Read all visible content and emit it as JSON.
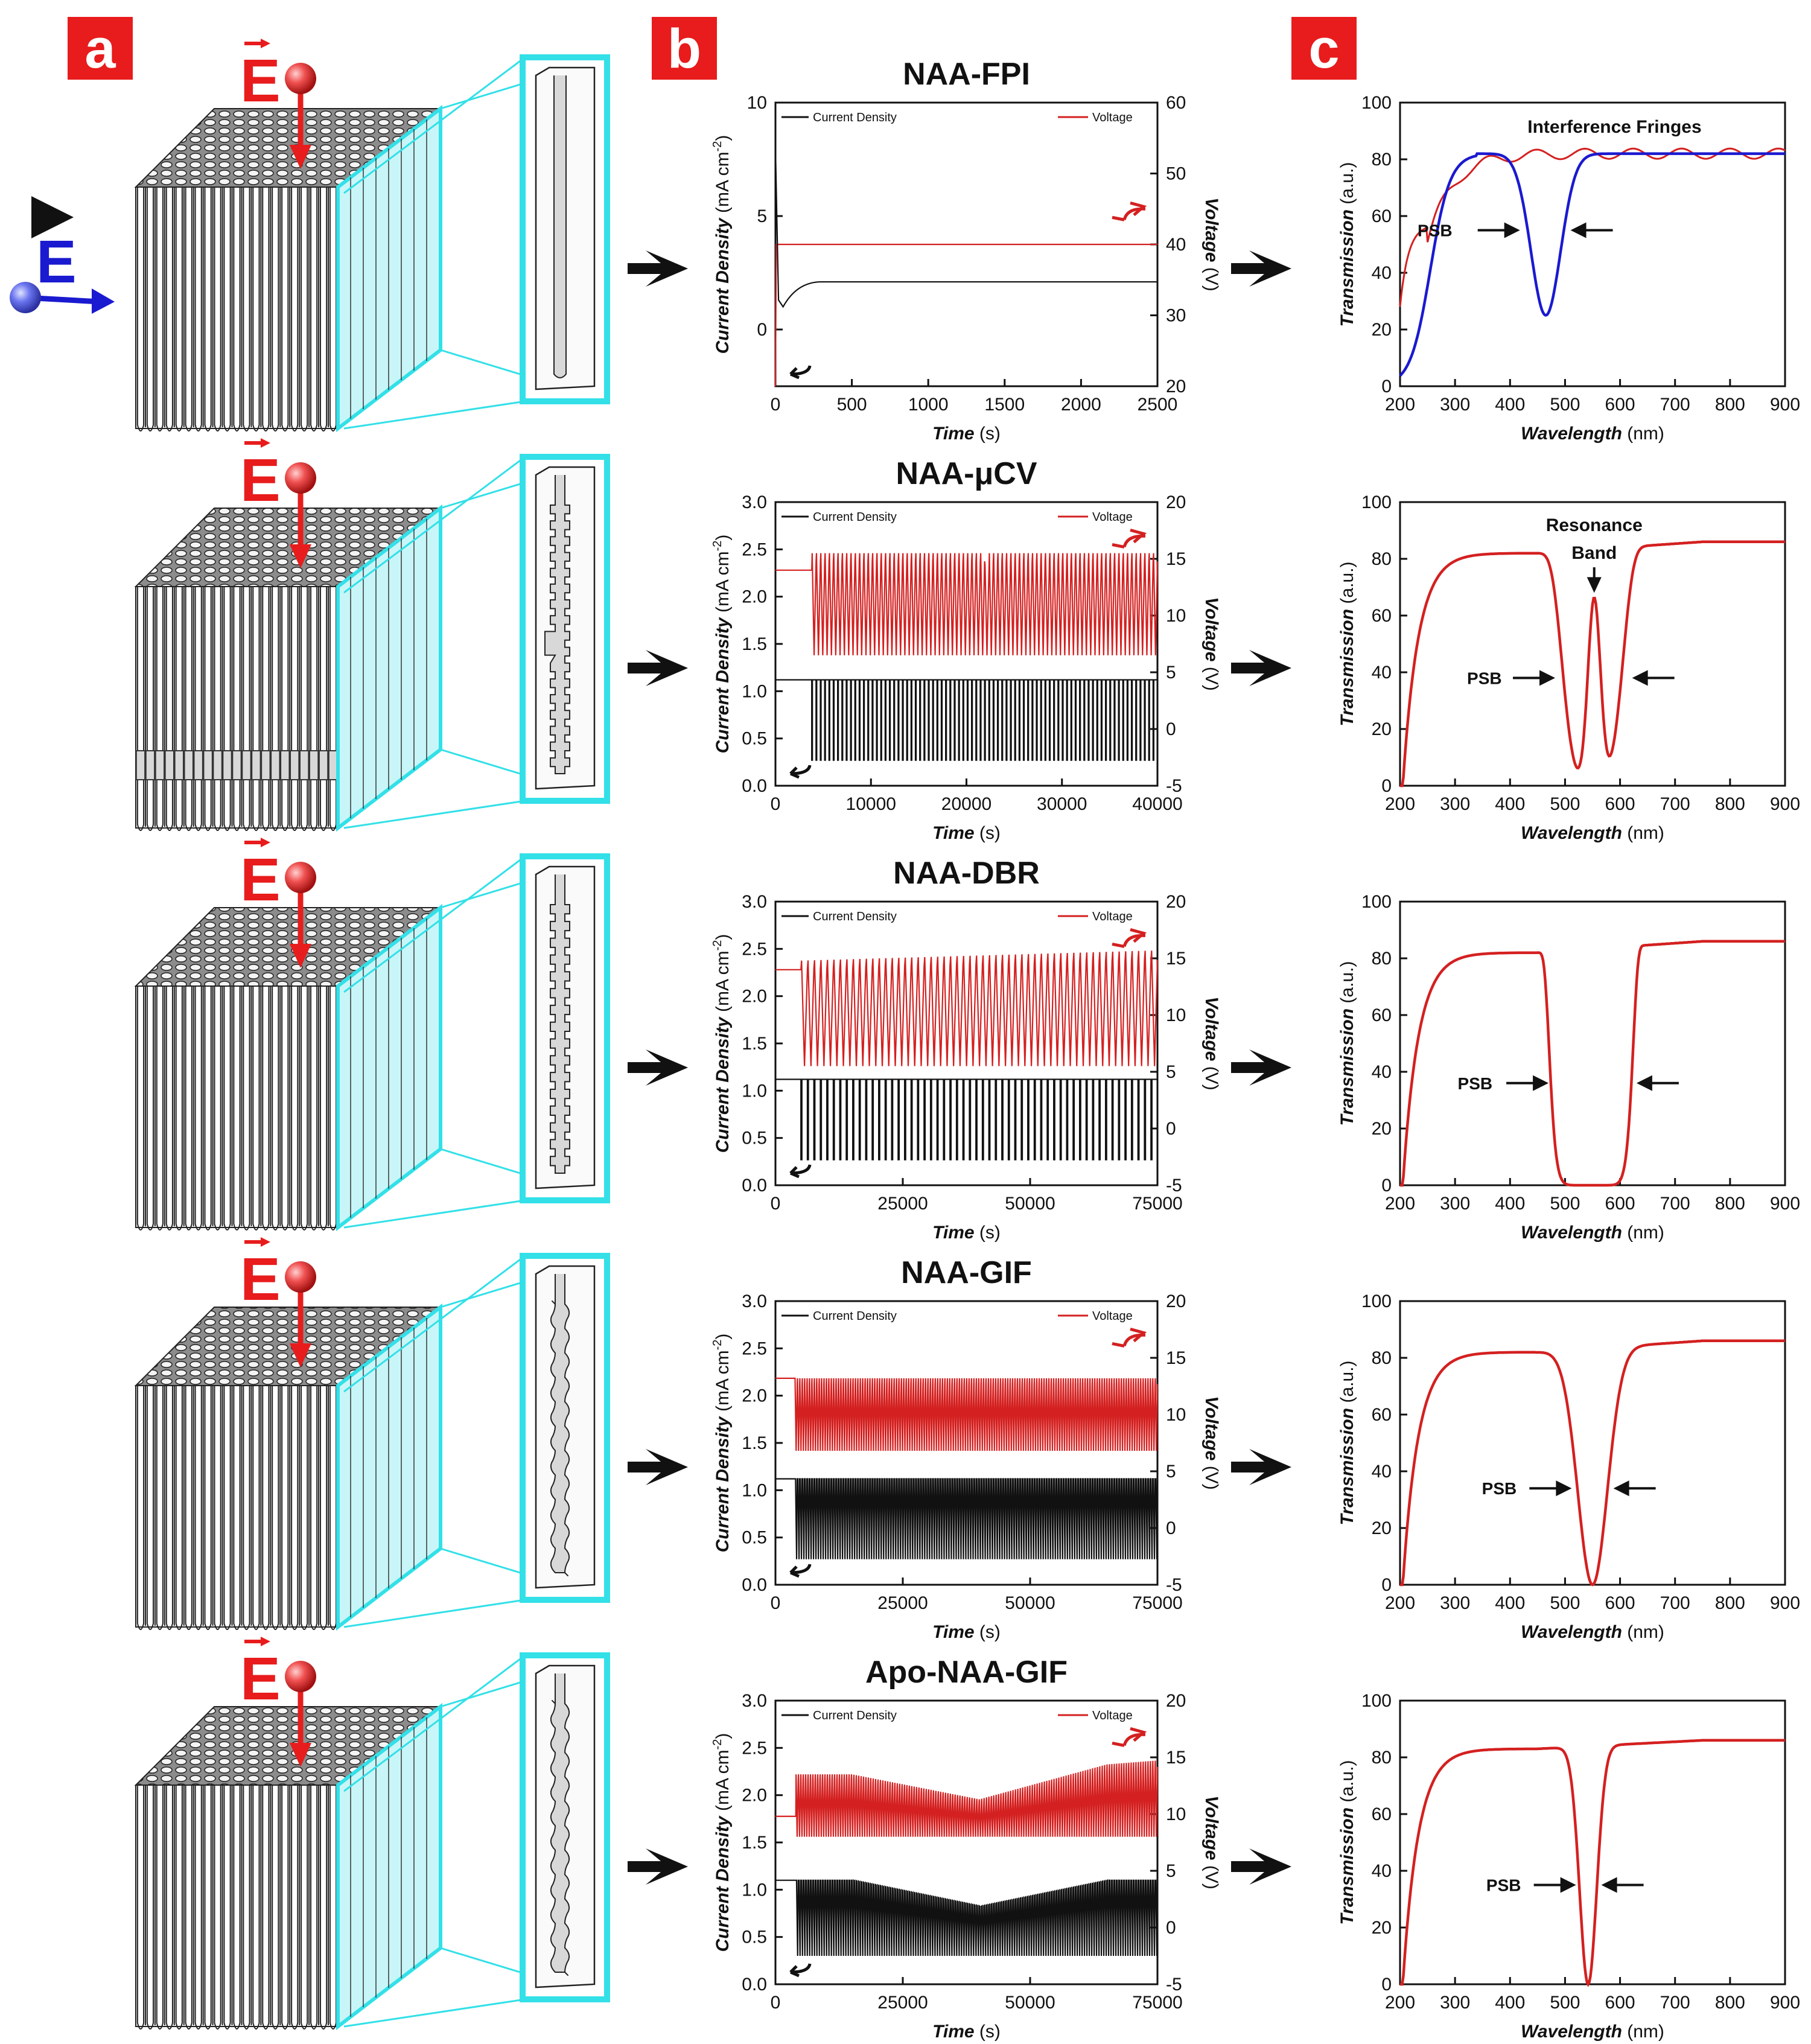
{
  "panels": [
    {
      "letter": "a"
    },
    {
      "letter": "b"
    },
    {
      "letter": "c"
    }
  ],
  "field_labels": {
    "vertical": "E",
    "horizontal": "E"
  },
  "colors": {
    "badge": "#e81c1c",
    "current": "#111111",
    "voltage": "#d42020",
    "transmission_red": "#d42020",
    "transmission_blue": "#1a1ad0",
    "cyan": "#33e0e8",
    "cyan_fill": "#c8f6f8",
    "sphere_red": "#e83a3a",
    "sphere_blue": "#5a64e8"
  },
  "chart_data": [
    {
      "type": "line",
      "title": "NAA-FPI",
      "xlabel": "Time",
      "xunit": "(s)",
      "ylabel": "Current Density",
      "yunit": "(mA cm",
      "y2label": "Voltage",
      "y2unit": "(V)",
      "xlim": [
        0,
        2500
      ],
      "ylim": [
        -2.5,
        10
      ],
      "y2lim": [
        20,
        60
      ],
      "xticks": [
        "0",
        "500",
        "1000",
        "1500",
        "2000",
        "2500"
      ],
      "yticks": [
        "0",
        "5",
        "10"
      ],
      "y2ticks": [
        "20",
        "30",
        "40",
        "50",
        "60"
      ],
      "legend": [
        "Current Density",
        "Voltage"
      ],
      "voltage_level": 40,
      "current_initial": 1.0,
      "current_plateau": 2.1
    },
    {
      "type": "line",
      "title": "NAA-μCV",
      "xlabel": "Time",
      "xunit": "(s)",
      "ylabel": "Current Density",
      "yunit": "(mA cm",
      "y2label": "Voltage",
      "y2unit": "(V)",
      "xlim": [
        0,
        40000
      ],
      "ylim": [
        0,
        3
      ],
      "y2lim": [
        -5,
        20
      ],
      "xticks": [
        "0",
        "10000",
        "20000",
        "30000",
        "40000"
      ],
      "yticks": [
        "0.0",
        "0.5",
        "1.0",
        "1.5",
        "2.0",
        "2.5",
        "3.0"
      ],
      "y2ticks": [
        "-5",
        "0",
        "5",
        "10",
        "15",
        "20"
      ],
      "legend": [
        "Current Density",
        "Voltage"
      ],
      "current_high": 1.12,
      "current_low": 0.27,
      "voltage_high": 15.5,
      "voltage_low": 6.5,
      "voltage_pre": 14.0,
      "pulse_start": 3800,
      "cycles": 80
    },
    {
      "type": "line",
      "title": "NAA-DBR",
      "xlabel": "Time",
      "xunit": "(s)",
      "ylabel": "Current Density",
      "yunit": "(mA cm",
      "y2label": "Voltage",
      "y2unit": "(V)",
      "xlim": [
        0,
        75000
      ],
      "ylim": [
        0,
        3
      ],
      "y2lim": [
        -5,
        20
      ],
      "xticks": [
        "0",
        "25000",
        "50000",
        "75000"
      ],
      "yticks": [
        "0.0",
        "0.5",
        "1.0",
        "1.5",
        "2.0",
        "2.5",
        "3.0"
      ],
      "y2ticks": [
        "-5",
        "0",
        "5",
        "10",
        "15",
        "20"
      ],
      "legend": [
        "Current Density",
        "Voltage"
      ],
      "current_high": 1.12,
      "current_low": 0.27,
      "voltage_high": 14.8,
      "voltage_low": 5.5,
      "voltage_pre": 14.0,
      "pulse_start": 5000,
      "cycles": 55
    },
    {
      "type": "line",
      "title": "NAA-GIF",
      "xlabel": "Time",
      "xunit": "(s)",
      "ylabel": "Current Density",
      "yunit": "(mA cm",
      "y2label": "Voltage",
      "y2unit": "(V)",
      "xlim": [
        0,
        75000
      ],
      "ylim": [
        0,
        3
      ],
      "y2lim": [
        -5,
        20
      ],
      "xticks": [
        "0",
        "25000",
        "50000",
        "75000"
      ],
      "yticks": [
        "0.0",
        "0.5",
        "1.0",
        "1.5",
        "2.0",
        "2.5",
        "3.0"
      ],
      "y2ticks": [
        "-5",
        "0",
        "5",
        "10",
        "15",
        "20"
      ],
      "legend": [
        "Current Density",
        "Voltage"
      ],
      "current_high": 1.12,
      "current_low": 0.27,
      "voltage_high": 13.2,
      "voltage_low": 6.8,
      "voltage_pre": 13.2,
      "pulse_start": 3800,
      "cycles": 150
    },
    {
      "type": "line",
      "title": "Apo-NAA-GIF",
      "xlabel": "Time",
      "xunit": "(s)",
      "ylabel": "Current Density",
      "yunit": "(mA cm",
      "y2label": "Voltage",
      "y2unit": "(V)",
      "xlim": [
        0,
        75000
      ],
      "ylim": [
        0,
        3
      ],
      "y2lim": [
        -5,
        20
      ],
      "xticks": [
        "0",
        "25000",
        "50000",
        "75000"
      ],
      "yticks": [
        "0.0",
        "0.5",
        "1.0",
        "1.5",
        "2.0",
        "2.5",
        "3.0"
      ],
      "y2ticks": [
        "-5",
        "0",
        "5",
        "10",
        "15",
        "20"
      ],
      "legend": [
        "Current Density",
        "Voltage"
      ],
      "current_high": 1.1,
      "current_low": 0.3,
      "voltage_high": 13.5,
      "voltage_low": 8.0,
      "voltage_pre": 9.8,
      "pulse_start": 4000,
      "cycles": 150,
      "dip_center": 40000
    },
    {
      "type": "line",
      "xlabel": "Wavelength",
      "xunit": "(nm)",
      "ylabel": "Transmission",
      "yunit": "(a.u.)",
      "xlim": [
        200,
        900
      ],
      "ylim": [
        0,
        100
      ],
      "xticks": [
        "200",
        "300",
        "400",
        "500",
        "600",
        "700",
        "800",
        "900"
      ],
      "yticks": [
        "0",
        "20",
        "40",
        "60",
        "80",
        "100"
      ],
      "annotations": [
        "Interference Fringes",
        "PSB"
      ],
      "blue_trough": {
        "x": 465,
        "y": 25
      },
      "blue_plateau": 82,
      "red_plateau": 82,
      "red_start": 28
    },
    {
      "type": "line",
      "xlabel": "Wavelength",
      "xunit": "(nm)",
      "ylabel": "Transmission",
      "yunit": "(a.u.)",
      "xlim": [
        200,
        900
      ],
      "ylim": [
        0,
        100
      ],
      "xticks": [
        "200",
        "300",
        "400",
        "500",
        "600",
        "700",
        "800",
        "900"
      ],
      "yticks": [
        "0",
        "20",
        "40",
        "60",
        "80",
        "100"
      ],
      "annotations": [
        "Resonance",
        "Band",
        "PSB"
      ],
      "dips": [
        {
          "x": 495,
          "y": 5
        },
        {
          "x": 605,
          "y": 5
        }
      ],
      "peak": {
        "x": 553,
        "y": 65
      },
      "plateau_left": 82,
      "plateau_right": 86
    },
    {
      "type": "line",
      "xlabel": "Wavelength",
      "xunit": "(nm)",
      "ylabel": "Transmission",
      "yunit": "(a.u.)",
      "xlim": [
        200,
        900
      ],
      "ylim": [
        0,
        100
      ],
      "xticks": [
        "200",
        "300",
        "400",
        "500",
        "600",
        "700",
        "800",
        "900"
      ],
      "yticks": [
        "0",
        "20",
        "40",
        "60",
        "80",
        "100"
      ],
      "annotations": [
        "PSB"
      ],
      "band": [
        470,
        625
      ],
      "plateau_left": 82,
      "plateau_right": 86
    },
    {
      "type": "line",
      "xlabel": "Wavelength",
      "xunit": "(nm)",
      "ylabel": "Transmission",
      "yunit": "(a.u.)",
      "xlim": [
        200,
        900
      ],
      "ylim": [
        0,
        100
      ],
      "xticks": [
        "200",
        "300",
        "400",
        "500",
        "600",
        "700",
        "800",
        "900"
      ],
      "yticks": [
        "0",
        "20",
        "40",
        "60",
        "80",
        "100"
      ],
      "annotations": [
        "PSB"
      ],
      "dip": {
        "x": 550,
        "y": 0
      },
      "plateau_left": 82,
      "plateau_right": 86
    },
    {
      "type": "line",
      "xlabel": "Wavelength",
      "xunit": "(nm)",
      "ylabel": "Transmission",
      "yunit": "(a.u.)",
      "xlim": [
        200,
        900
      ],
      "ylim": [
        0,
        100
      ],
      "xticks": [
        "200",
        "300",
        "400",
        "500",
        "600",
        "700",
        "800",
        "900"
      ],
      "yticks": [
        "0",
        "20",
        "40",
        "60",
        "80",
        "100"
      ],
      "annotations": [
        "PSB"
      ],
      "dip": {
        "x": 542,
        "y": 0
      },
      "plateau_left": 83,
      "plateau_right": 86
    }
  ]
}
